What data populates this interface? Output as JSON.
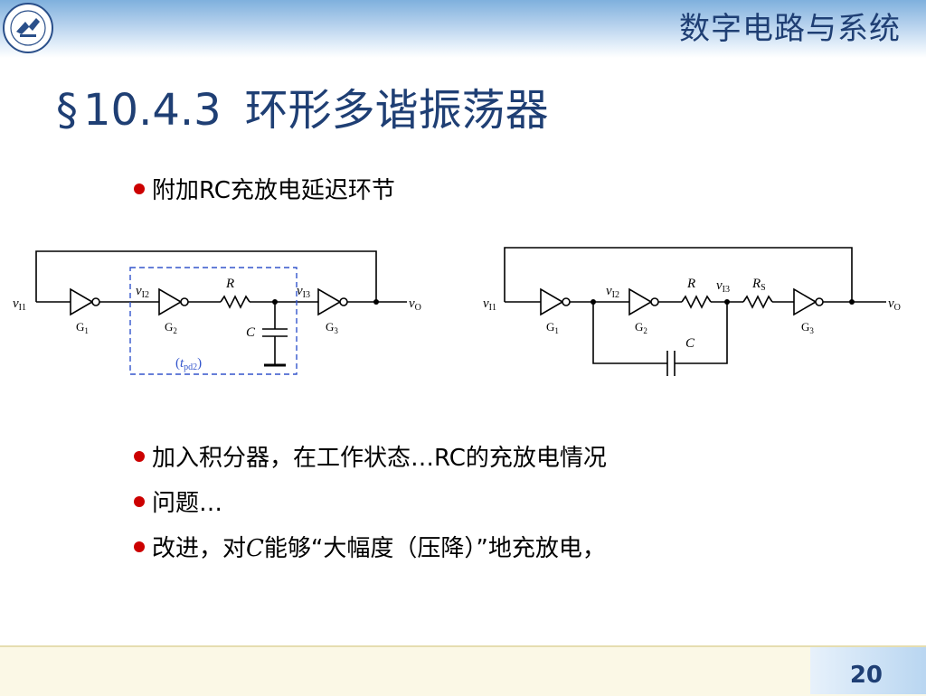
{
  "header": {
    "course_title": "数字电路与系统",
    "logo_icon": "university-seal-icon"
  },
  "slide": {
    "section_symbol": "§",
    "section_number": "10.4.3",
    "title_text": "环形多谐振荡器",
    "bullets": [
      {
        "text": "附加RC充放电延迟环节"
      },
      {
        "text": "加入积分器，在工作状态…RC的充放电情况"
      },
      {
        "text": "问题…"
      },
      {
        "text_before": "改进，对",
        "italic": "C",
        "text_after": "能够“大幅度（压降）”地充放电，"
      }
    ]
  },
  "circuit_left": {
    "input_label": "v",
    "input_sub": "I1",
    "gates": [
      "G",
      "G",
      "G"
    ],
    "gate_subs": [
      "1",
      "2",
      "3"
    ],
    "node_label_1": "v",
    "node_sub_1": "I2",
    "node_label_2": "v",
    "node_sub_2": "I3",
    "resistor_label": "R",
    "capacitor_label": "C",
    "delay_label_open": "(",
    "delay_label_t": "t",
    "delay_label_sub": "pd2",
    "delay_label_close": ")",
    "output_label": "v",
    "output_sub": "O"
  },
  "circuit_right": {
    "input_label": "v",
    "input_sub": "I1",
    "gate_subs": [
      "1",
      "2",
      "3"
    ],
    "gates": [
      "G",
      "G",
      "G"
    ],
    "node_label_1": "v",
    "node_sub_1": "I2",
    "node_label_2": "v",
    "node_sub_2": "I3",
    "resistor_label": "R",
    "resistor_s_label": "R",
    "resistor_s_sub": "S",
    "capacitor_label": "C",
    "output_label": "v",
    "output_sub": "O"
  },
  "footer": {
    "page_number": "20"
  },
  "colors": {
    "title": "#1f3f74",
    "bullet_dot": "#cc0000",
    "dashed_box": "#3355cc"
  }
}
